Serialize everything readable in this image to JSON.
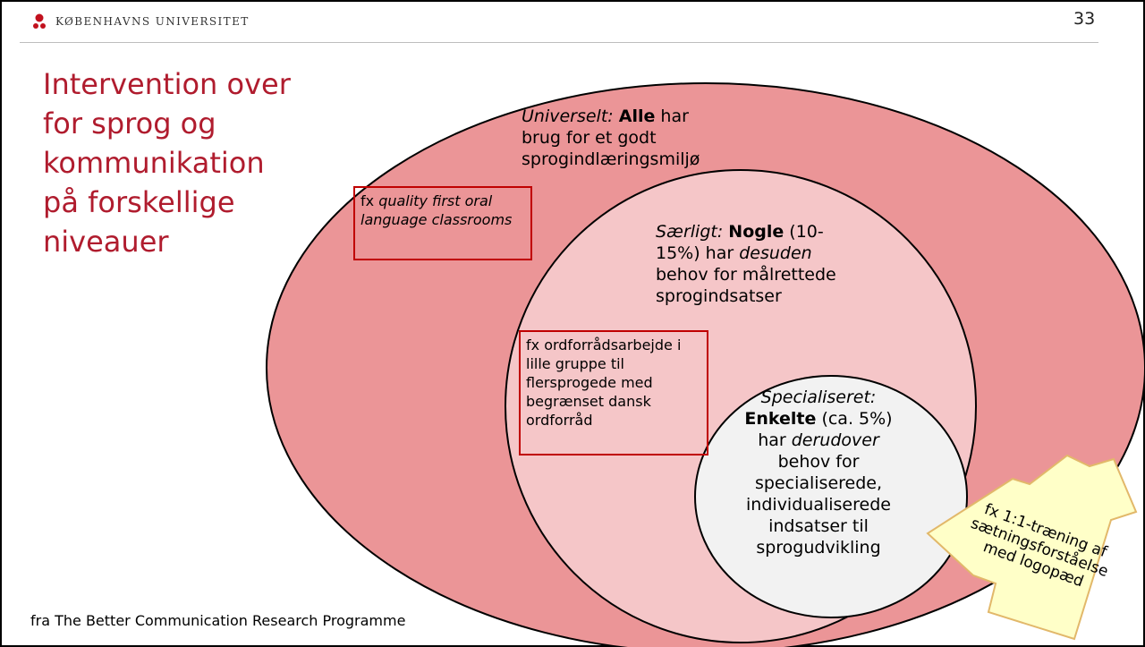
{
  "header": {
    "logo_text": "KØBENHAVNS UNIVERSITET",
    "slide_number": "33"
  },
  "title": {
    "lines": [
      "Intervention over",
      "for sprog og",
      "kommunikation",
      "på forskellige",
      "niveauer"
    ]
  },
  "universal": {
    "label": "Universelt:",
    "bold": "Alle",
    "rest_1": " har",
    "line2": "brug for et godt",
    "line3": "sprogindlæringsmiljø",
    "example_prefix": "fx ",
    "example_italic": "quality first oral language classrooms"
  },
  "targeted": {
    "label": "Særligt:",
    "bold": "Nogle",
    "rest_1": " (10-",
    "line2_a": "15%) har ",
    "line2_italic": "desuden",
    "line3": "behov for målrettede",
    "line4": "sprogindsatser",
    "example": "fx ordforrådsarbejde i lille gruppe til flersprogede med begrænset dansk ordforråd"
  },
  "specialised": {
    "label": "Specialiseret:",
    "bold": "Enkelte",
    "rest_1": " (ca. 5%)",
    "line3_a": "har ",
    "line3_italic": "derudover",
    "line4": "behov for",
    "line5": "specialiserede,",
    "line6": "individualiserede",
    "line7": "indsatser til",
    "line8": "sprogudvikling"
  },
  "arrow": {
    "line1": "fx 1:1-træning af",
    "line2": "sætningsforståelse",
    "line3": "med logopæd"
  },
  "source": "fra The Better Communication Research Programme",
  "colors": {
    "title": "#b01c2e",
    "outer_ellipse": "#eb9597",
    "middle_ellipse": "#f5c6c8",
    "inner_ellipse": "#f2f2f2",
    "example_border": "#c00000",
    "arrow_fill": "#ffffc8"
  }
}
